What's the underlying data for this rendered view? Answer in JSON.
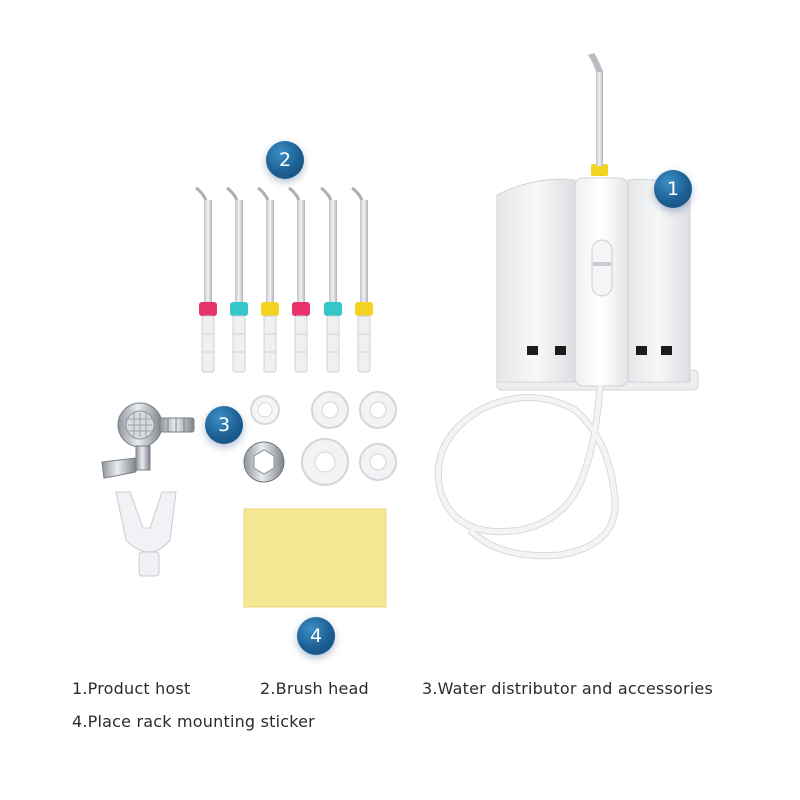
{
  "badges": {
    "host": "1",
    "brush": "2",
    "distributor": "3",
    "sticker": "4"
  },
  "captions": {
    "c1": "1.Product host",
    "c2": "2.Brush head",
    "c3": "3.Water distributor and accessories",
    "c4": "4.Place rack mounting sticker"
  },
  "colors": {
    "badge": "#1d5f93",
    "tip_magenta": "#e8326a",
    "tip_cyan": "#35c6c9",
    "tip_yellow": "#f2d321",
    "sticker": "#f6e795"
  }
}
